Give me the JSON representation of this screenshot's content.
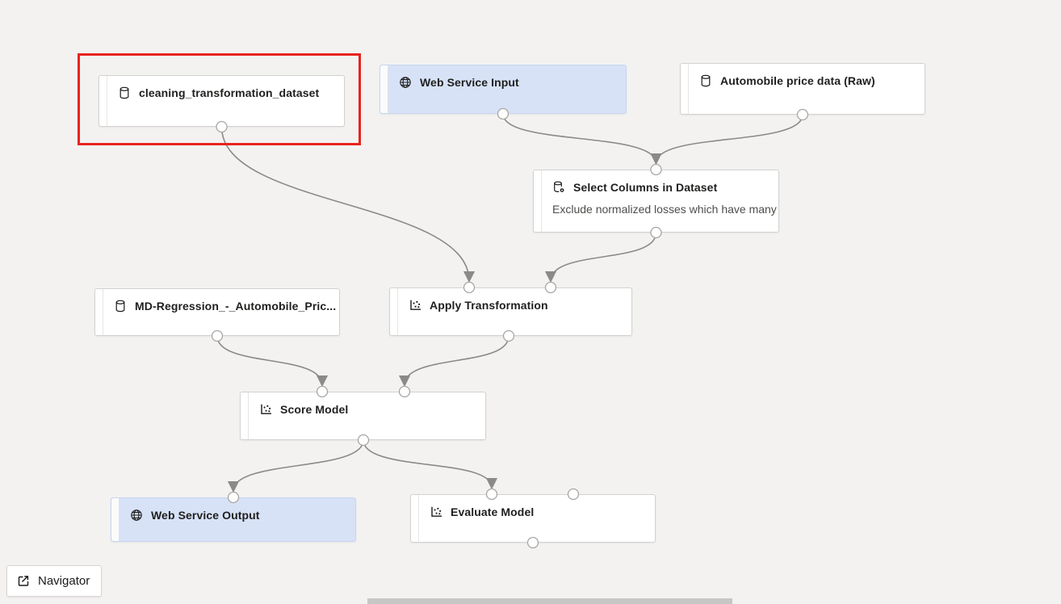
{
  "colors": {
    "canvas_bg": "#f3f2f1",
    "node_bg": "#ffffff",
    "web_service_node_bg": "#d7e2f7",
    "selection_red": "#e8231d",
    "edge_gray": "#8c8a88",
    "port_stroke": "#a8a6a4",
    "scrollbar_thumb": "#c7c6c4"
  },
  "nodes": {
    "cleaning_dataset": {
      "title": "cleaning_transformation_dataset",
      "icon": "database-icon"
    },
    "web_service_input": {
      "title": "Web Service Input",
      "icon": "globe-icon"
    },
    "automobile_raw": {
      "title": "Automobile price data (Raw)",
      "icon": "database-icon"
    },
    "select_columns": {
      "title": "Select Columns in Dataset",
      "comment": "Exclude normalized losses which have many",
      "icon": "database-gear-icon"
    },
    "md_regression": {
      "title": "MD-Regression_-_Automobile_Pric...",
      "icon": "database-icon"
    },
    "apply_transformation": {
      "title": "Apply Transformation",
      "icon": "scatter-chart-icon"
    },
    "score_model": {
      "title": "Score Model",
      "icon": "scatter-chart-icon"
    },
    "web_service_output": {
      "title": "Web Service Output",
      "icon": "globe-icon"
    },
    "evaluate_model": {
      "title": "Evaluate Model",
      "icon": "scatter-chart-icon"
    }
  },
  "navigator": {
    "label": "Navigator"
  }
}
